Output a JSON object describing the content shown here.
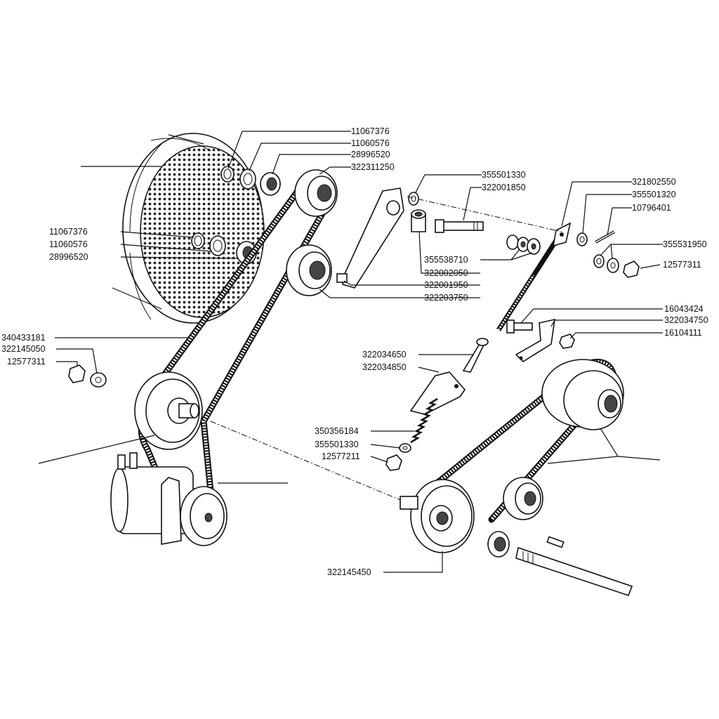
{
  "diagram": {
    "labels": [
      {
        "id": "l1",
        "text": "11067376"
      },
      {
        "id": "l2",
        "text": "11060576"
      },
      {
        "id": "l3",
        "text": "28996520"
      },
      {
        "id": "l4",
        "text": "322311250"
      },
      {
        "id": "l5",
        "text": "355501330"
      },
      {
        "id": "l6",
        "text": "322001850"
      },
      {
        "id": "l7",
        "text": "321802550"
      },
      {
        "id": "l8",
        "text": "355501320"
      },
      {
        "id": "l9",
        "text": "10796401"
      },
      {
        "id": "l10",
        "text": "11067376"
      },
      {
        "id": "l11",
        "text": "11060576"
      },
      {
        "id": "l12",
        "text": "28996520"
      },
      {
        "id": "l13",
        "text": "355531950"
      },
      {
        "id": "l14",
        "text": "355538710"
      },
      {
        "id": "l15",
        "text": "12577311"
      },
      {
        "id": "l16",
        "text": "322002050"
      },
      {
        "id": "l17",
        "text": "322001950"
      },
      {
        "id": "l18",
        "text": "322203750"
      },
      {
        "id": "l19",
        "text": "16043424"
      },
      {
        "id": "l20",
        "text": "322034750"
      },
      {
        "id": "l21",
        "text": "340433181"
      },
      {
        "id": "l22",
        "text": "16104111"
      },
      {
        "id": "l23",
        "text": "322145050"
      },
      {
        "id": "l24",
        "text": "12577311"
      },
      {
        "id": "l25",
        "text": "322034650"
      },
      {
        "id": "l26",
        "text": "322034850"
      },
      {
        "id": "l27",
        "text": "350356184"
      },
      {
        "id": "l28",
        "text": "355501330"
      },
      {
        "id": "l29",
        "text": "12577211"
      },
      {
        "id": "l30",
        "text": "322145450"
      }
    ]
  }
}
